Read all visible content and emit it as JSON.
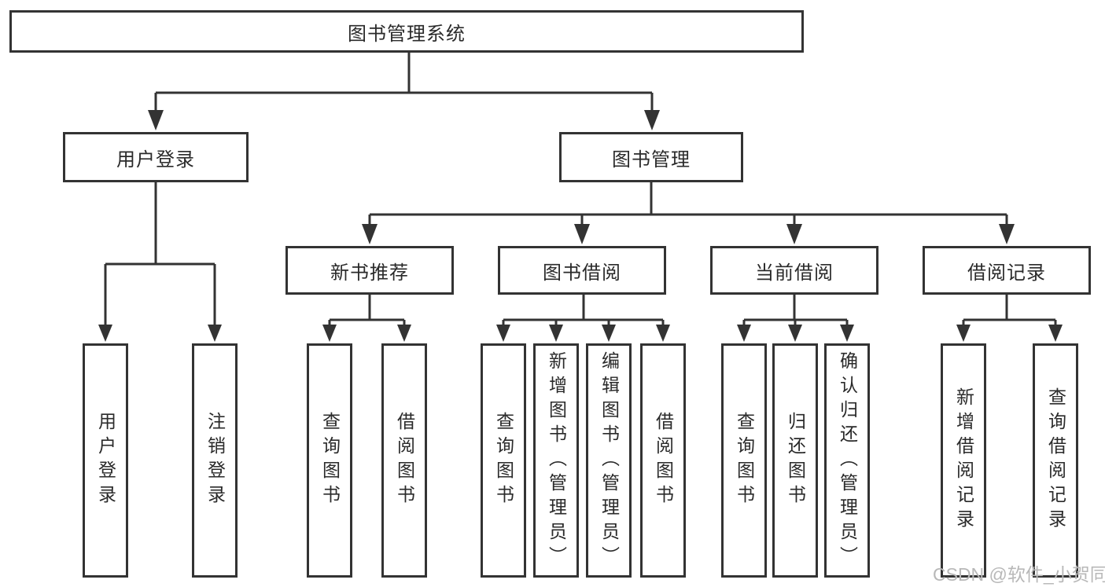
{
  "diagram": {
    "root": {
      "label": "图书管理系统"
    },
    "branches": [
      {
        "label": "用户登录",
        "children": [
          {
            "label": "用户登录"
          },
          {
            "label": "注销登录"
          }
        ]
      },
      {
        "label": "图书管理",
        "children": [
          {
            "label": "新书推荐",
            "children": [
              {
                "label": "查询图书"
              },
              {
                "label": "借阅图书"
              }
            ]
          },
          {
            "label": "图书借阅",
            "children": [
              {
                "label": "查询图书"
              },
              {
                "label": "新增图书（管理员）"
              },
              {
                "label": "编辑图书（管理员）"
              },
              {
                "label": "借阅图书"
              }
            ]
          },
          {
            "label": "当前借阅",
            "children": [
              {
                "label": "查询图书"
              },
              {
                "label": "归还图书"
              },
              {
                "label": "确认归还（管理员）"
              }
            ]
          },
          {
            "label": "借阅记录",
            "children": [
              {
                "label": "新增借阅记录"
              },
              {
                "label": "查询借阅记录"
              }
            ]
          }
        ]
      }
    ]
  },
  "watermark": {
    "text": "CSDN @软件_小贺同学"
  },
  "colors": {
    "line": "#333333",
    "text": "#2a2a2a",
    "watermark": "#b8b8b8",
    "background": "#ffffff"
  }
}
